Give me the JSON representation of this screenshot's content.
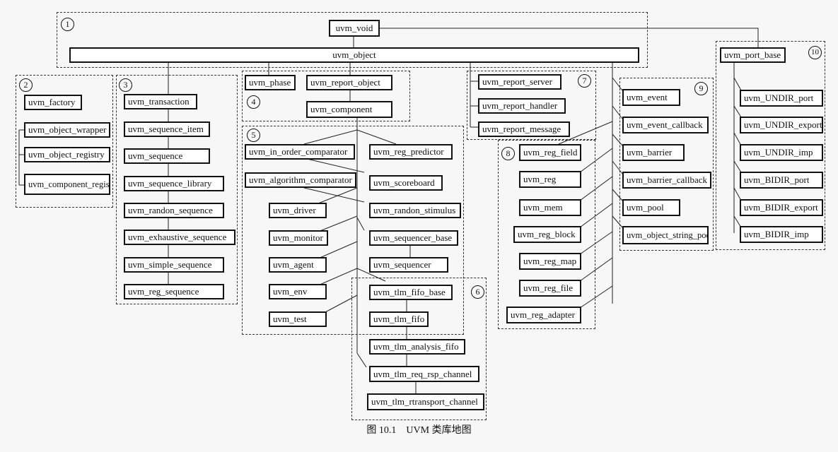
{
  "caption": "图 10.1　UVM 类库地图",
  "groups": {
    "g1": "1",
    "g2": "2",
    "g3": "3",
    "g4": "4",
    "g5": "5",
    "g6": "6",
    "g7": "7",
    "g8": "8",
    "g9": "9",
    "g10": "10"
  },
  "classes": {
    "uvm_void": "uvm_void",
    "uvm_object": "uvm_object",
    "uvm_port_base": "uvm_port_base",
    "uvm_factory": "uvm_factory",
    "uvm_object_wrapper": "uvm_object_wrapper",
    "uvm_object_registry": "uvm_object_registry",
    "uvm_component_registry": "uvm_component_registry",
    "uvm_transaction": "uvm_transaction",
    "uvm_sequence_item": "uvm_sequence_item",
    "uvm_sequence": "uvm_sequence",
    "uvm_sequence_library": "uvm_sequence_library",
    "uvm_randon_sequence": "uvm_randon_sequence",
    "uvm_exhaustive_sequence": "uvm_exhaustive_sequence",
    "uvm_simple_sequence": "uvm_simple_sequence",
    "uvm_reg_sequence": "uvm_reg_sequence",
    "uvm_phase": "uvm_phase",
    "uvm_report_object": "uvm_report_object",
    "uvm_component": "uvm_component",
    "uvm_in_order_comparator": "uvm_in_order_comparator",
    "uvm_reg_predictor": "uvm_reg_predictor",
    "uvm_algorithm_comparator": "uvm_algorithm_comparator",
    "uvm_scoreboard": "uvm_scoreboard",
    "uvm_driver": "uvm_driver",
    "uvm_randon_stimulus": "uvm_randon_stimulus",
    "uvm_monitor": "uvm_monitor",
    "uvm_sequencer_base": "uvm_sequencer_base",
    "uvm_agent": "uvm_agent",
    "uvm_sequencer": "uvm_sequencer",
    "uvm_env": "uvm_env",
    "uvm_test": "uvm_test",
    "uvm_tlm_fifo_base": "uvm_tlm_fifo_base",
    "uvm_tlm_fifo": "uvm_tlm_fifo",
    "uvm_tlm_analysis_fifo": "uvm_tlm_analysis_fifo",
    "uvm_tlm_req_rsp_channel": "uvm_tlm_req_rsp_channel",
    "uvm_tlm_rtransport_channel": "uvm_tlm_rtransport_channel",
    "uvm_report_server": "uvm_report_server",
    "uvm_report_handler": "uvm_report_handler",
    "uvm_report_message": "uvm_report_message",
    "uvm_reg_field": "uvm_reg_field",
    "uvm_reg": "uvm_reg",
    "uvm_mem": "uvm_mem",
    "uvm_reg_block": "uvm_reg_block",
    "uvm_reg_map": "uvm_reg_map",
    "uvm_reg_file": "uvm_reg_file",
    "uvm_reg_adapter": "uvm_reg_adapter",
    "uvm_event": "uvm_event",
    "uvm_event_callback": "uvm_event_callback",
    "uvm_barrier": "uvm_barrier",
    "uvm_barrier_callback": "uvm_barrier_callback",
    "uvm_pool": "uvm_pool",
    "uvm_object_string_pool": "uvm_object_string_pool",
    "uvm_UNDIR_port": "uvm_UNDIR_port",
    "uvm_UNDIR_export": "uvm_UNDIR_export",
    "uvm_UNDIR_imp": "uvm_UNDIR_imp",
    "uvm_BIDIR_port": "uvm_BIDIR_port",
    "uvm_BIDIR_export": "uvm_BIDIR_export",
    "uvm_BIDIR_imp": "uvm_BIDIR_imp"
  }
}
